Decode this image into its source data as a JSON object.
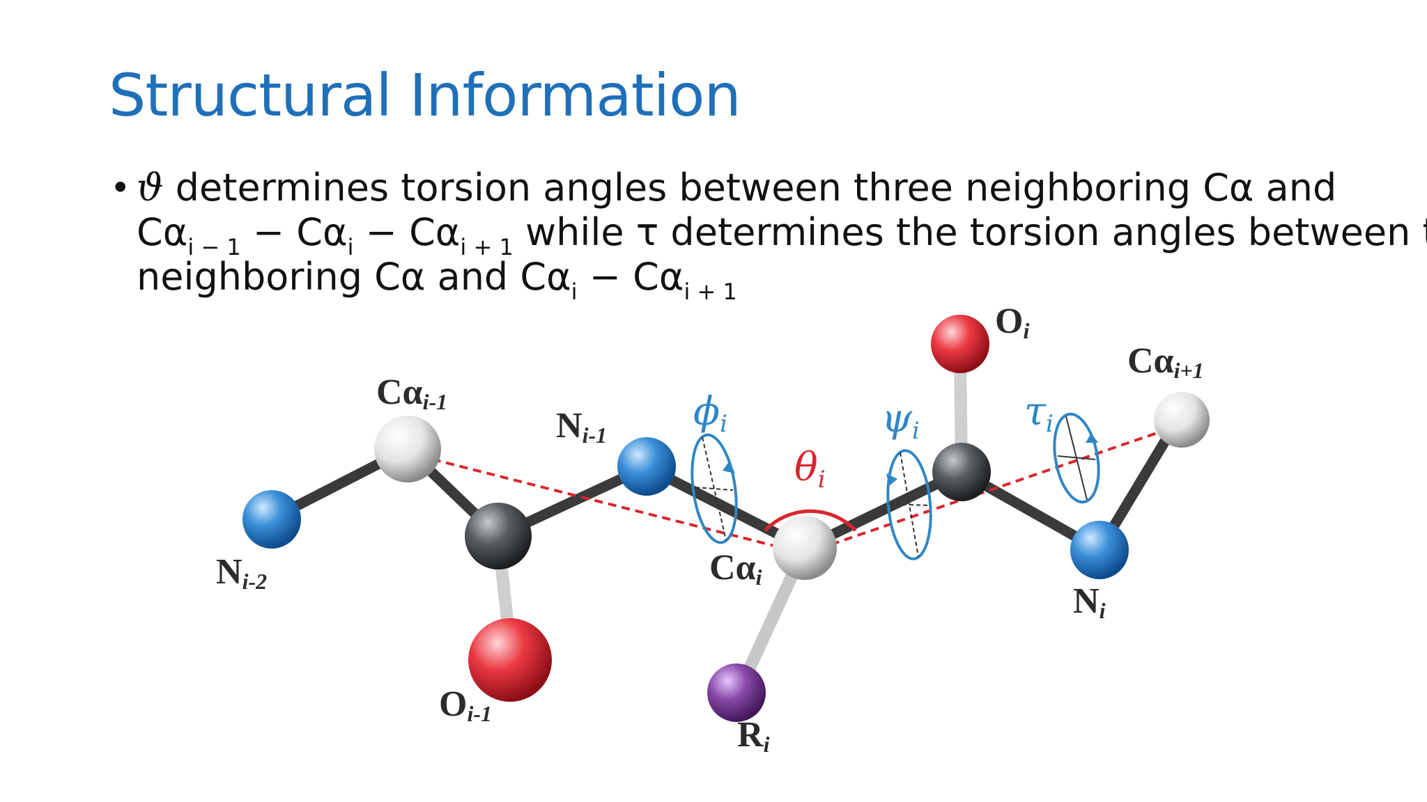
{
  "slide": {
    "title": "Structural Information",
    "bullet": {
      "marker": "•",
      "line1": {
        "theta": "ϑ",
        "text": " determines torsion angles between three neighboring Cα and"
      },
      "line2": {
        "ca": "Cα",
        "sub1": "i − 1",
        "dash1": " − Cα",
        "sub2": "i",
        "dash2": " − Cα",
        "sub3": "i + 1",
        "text": " while τ determines the torsion angles between two"
      },
      "line3": {
        "text": "neighboring Cα and Cα",
        "sub1": "i",
        "dash": " − Cα",
        "sub2": "i + 1"
      }
    }
  },
  "diagram": {
    "colors": {
      "nitrogen": "#3a8fd8",
      "carbon_alpha": "#e8e8e8",
      "carbon": "#505458",
      "oxygen": "#e8323c",
      "r_group": "#8a4aa8",
      "bond": "#3a3a3a",
      "dashed": "#d8262c",
      "angle_blue": "#2f86c4",
      "theta_red": "#d8262c"
    },
    "labels": {
      "n_im2": {
        "main": "N",
        "sub": "i-2"
      },
      "ca_im1": {
        "main": "Cα",
        "sub": "i-1"
      },
      "n_im1": {
        "main": "N",
        "sub": "i-1"
      },
      "o_im1": {
        "main": "O",
        "sub": "i-1"
      },
      "ca_i": {
        "main": "Cα",
        "sub": "i"
      },
      "r_i": {
        "main": "R",
        "sub": "i"
      },
      "o_i": {
        "main": "O",
        "sub": "i"
      },
      "n_i": {
        "main": "N",
        "sub": "i"
      },
      "ca_ip1": {
        "main": "Cα",
        "sub": "i+1"
      }
    },
    "angles": {
      "phi": {
        "sym": "ϕ",
        "sub": "i"
      },
      "psi": {
        "sym": "ψ",
        "sub": "i"
      },
      "theta": {
        "sym": "θ",
        "sub": "i"
      },
      "tau": {
        "sym": "τ",
        "sub": "i"
      }
    }
  }
}
